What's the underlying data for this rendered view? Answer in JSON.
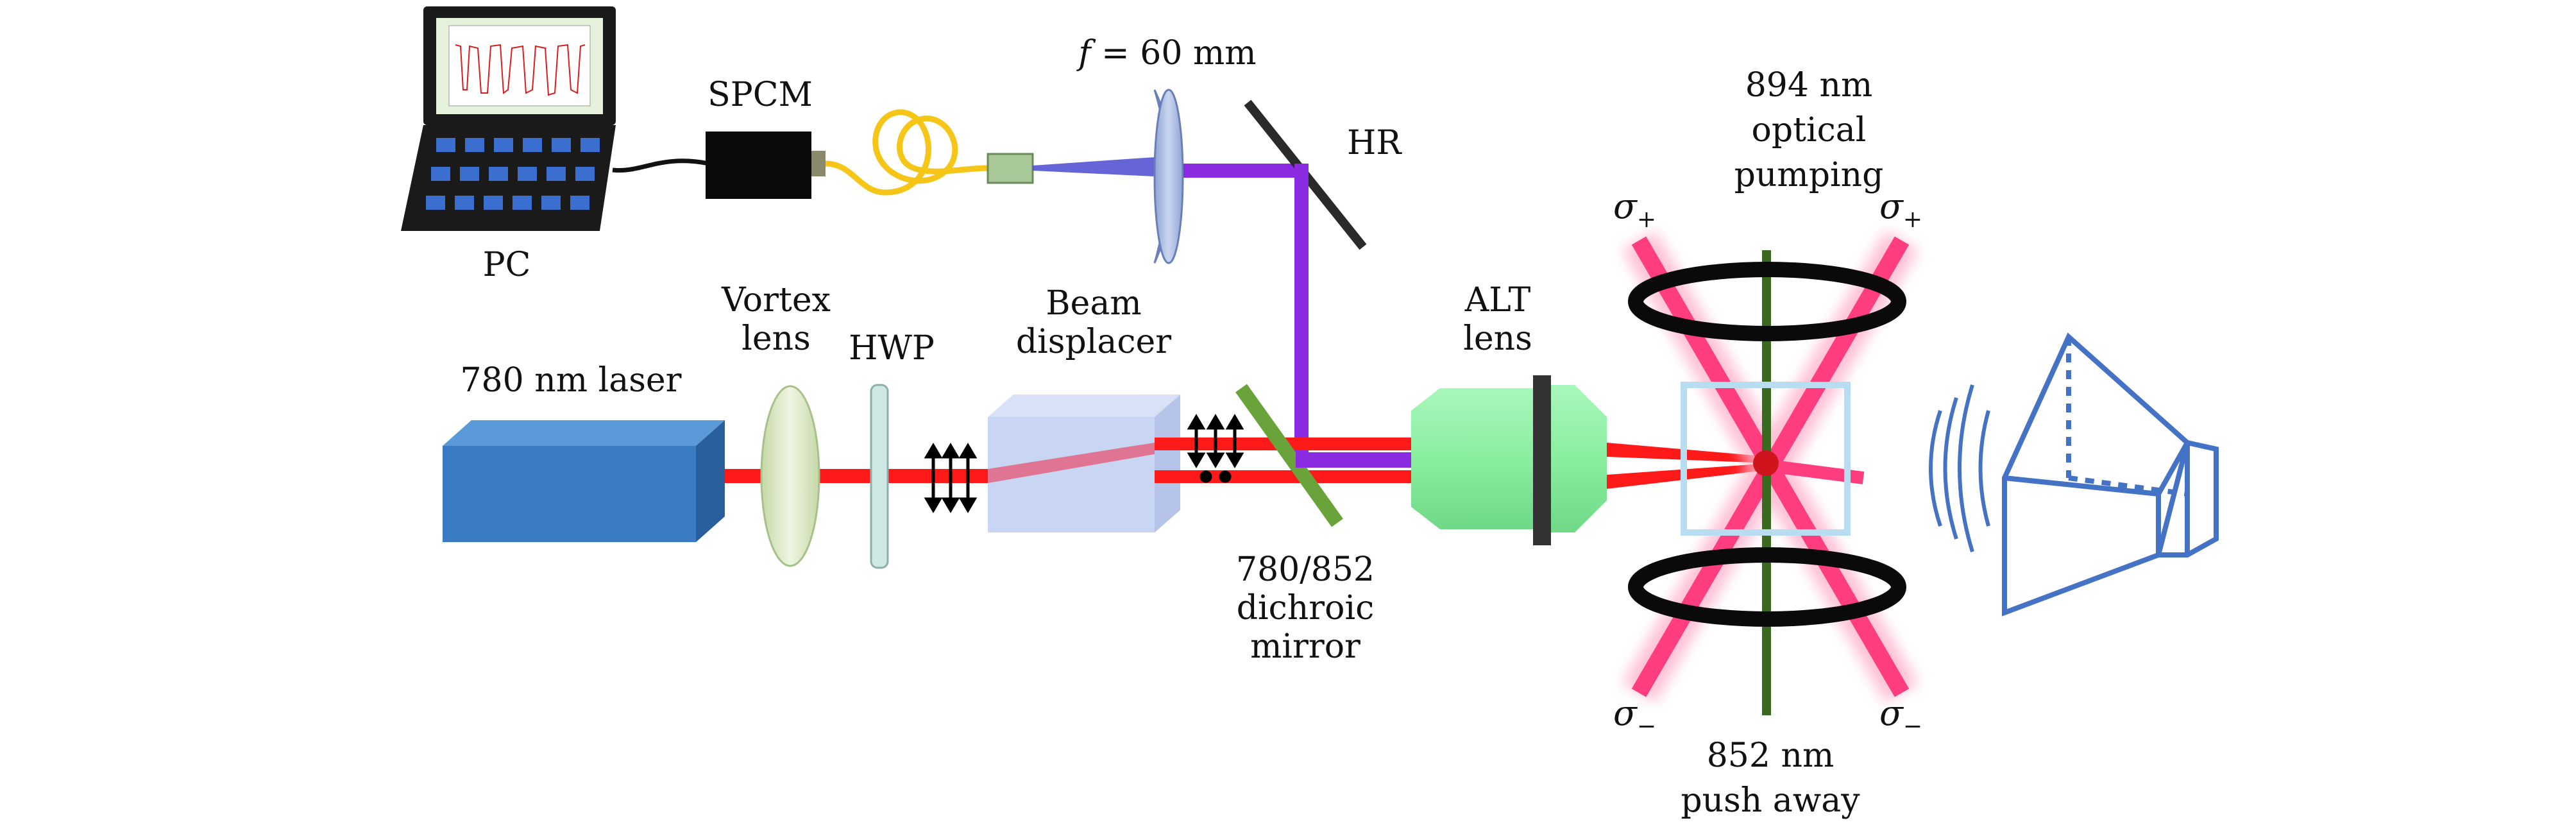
{
  "figure": {
    "type": "optical setup schematic",
    "colors": {
      "laser_beam": "#ff1a1a",
      "purple_beam": "#8a2be2",
      "pink_beam": "#ff3d7f",
      "pink_glow": "#ffb3cc",
      "laser_box": "#3a7cc4",
      "laser_box_side": "#2a5f9e",
      "laser_box_top": "#5a9ad8",
      "lens_fill": "#b9c9e8",
      "vortex_lens": "#d8e8c8",
      "hwp": "#cfe8e4",
      "displacer": "#c3d2f2",
      "dichroic": "#6aa33a",
      "alt_lens": "#90f0a8",
      "alt_dark": "#333333",
      "coil": "#0a0a0a",
      "green_beam": "#3a6a20",
      "camera": "#4472c4",
      "fiber": "#f5c518",
      "spcm": "#0a0a0a",
      "pc": "#1a1a1a",
      "pc_key": "#3a6fd0",
      "cell": "#b8dcf0",
      "atom": "#d0141e"
    }
  },
  "labels": {
    "pc": "PC",
    "spcm": "SPCM",
    "focal": "f = 60 mm",
    "focal_f": "f",
    "focal_rest": " = 60 mm",
    "hr": "HR",
    "laser": "780 nm laser",
    "vortex_line1": "Vortex",
    "vortex_line2": "lens",
    "hwp": "HWP",
    "beam_disp_line1": "Beam",
    "beam_disp_line2": "displacer",
    "alt_line1": "ALT",
    "alt_line2": "lens",
    "dichroic_line1": "780/852",
    "dichroic_line2": "dichroic",
    "dichroic_line3": "mirror",
    "op_line1": "894 nm",
    "op_line2": "optical",
    "op_line3": "pumping",
    "push_line1": "852 nm",
    "push_line2": "push away",
    "sigma_plus_tl": "σ",
    "sigma_plus_tl_sub": "+",
    "sigma_plus_tr": "σ",
    "sigma_plus_tr_sub": "+",
    "sigma_minus_bl": "σ",
    "sigma_minus_bl_sub": "−",
    "sigma_minus_br": "σ",
    "sigma_minus_br_sub": "−"
  }
}
